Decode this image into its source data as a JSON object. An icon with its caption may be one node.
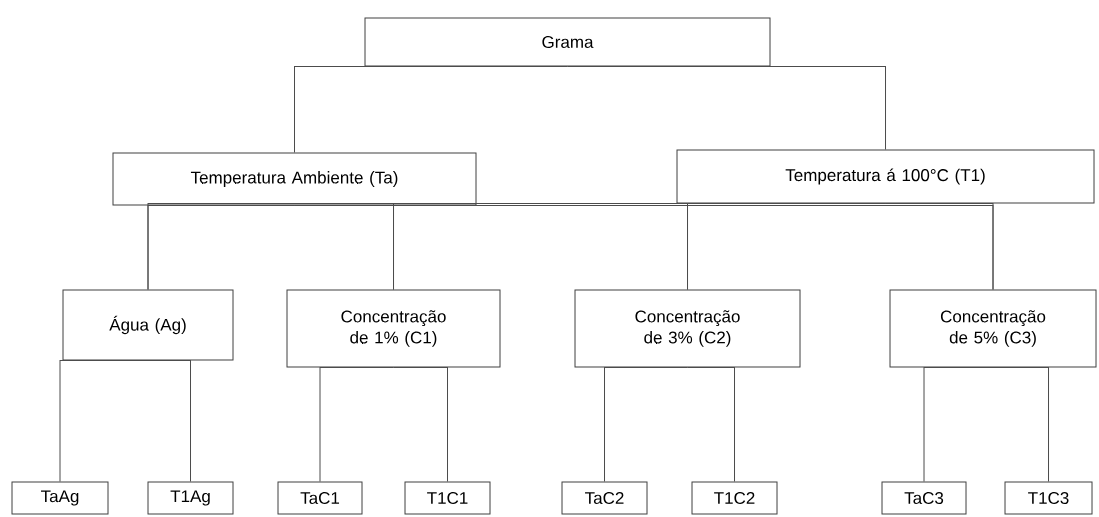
{
  "diagram": {
    "nodes": [
      {
        "text": [
          "Grama"
        ]
      },
      {
        "text": [
          "Temperatura Ambiente (Ta)"
        ]
      },
      {
        "text": [
          "Temperatura á 100°C (T1)"
        ]
      },
      {
        "text": [
          "Água (Ag)"
        ]
      },
      {
        "text": [
          "Concentração de 1% (C1)"
        ]
      },
      {
        "text": [
          "Concentração de 3% (C2)"
        ]
      },
      {
        "text": [
          "Concentração de 5% (C3)"
        ]
      },
      {
        "text": [
          "TaAg"
        ]
      },
      {
        "text": [
          "T1Ag"
        ]
      },
      {
        "text": [
          "TaC1"
        ]
      },
      {
        "text": [
          "T1C1"
        ]
      },
      {
        "text": [
          "TaC2"
        ]
      },
      {
        "text": [
          "T1C2"
        ]
      },
      {
        "text": [
          "TaC3"
        ]
      },
      {
        "text": [
          "T1C3"
        ]
      }
    ],
    "edges": [
      {
        "from": 0,
        "to": 1,
        "arrow": "none"
      },
      {
        "from": 0,
        "to": 2,
        "arrow": "none"
      },
      {
        "from": 1,
        "to": 3,
        "arrow": "none"
      },
      {
        "from": 1,
        "to": 4,
        "arrow": "none"
      },
      {
        "from": 1,
        "to": 5,
        "arrow": "none"
      },
      {
        "from": 1,
        "to": 6,
        "arrow": "none"
      },
      {
        "from": 2,
        "to": 3,
        "arrow": "none"
      },
      {
        "from": 2,
        "to": 4,
        "arrow": "none"
      },
      {
        "from": 2,
        "to": 5,
        "arrow": "none"
      },
      {
        "from": 2,
        "to": 6,
        "arrow": "none"
      },
      {
        "from": 3,
        "to": 7,
        "arrow": "none"
      },
      {
        "from": 3,
        "to": 8,
        "arrow": "none"
      },
      {
        "from": 4,
        "to": 9,
        "arrow": "none"
      },
      {
        "from": 4,
        "to": 10,
        "arrow": "none"
      },
      {
        "from": 5,
        "to": 11,
        "arrow": "none"
      },
      {
        "from": 5,
        "to": 12,
        "arrow": "none"
      },
      {
        "from": 6,
        "to": 13,
        "arrow": "none"
      },
      {
        "from": 6,
        "to": 14,
        "arrow": "none"
      }
    ]
  }
}
